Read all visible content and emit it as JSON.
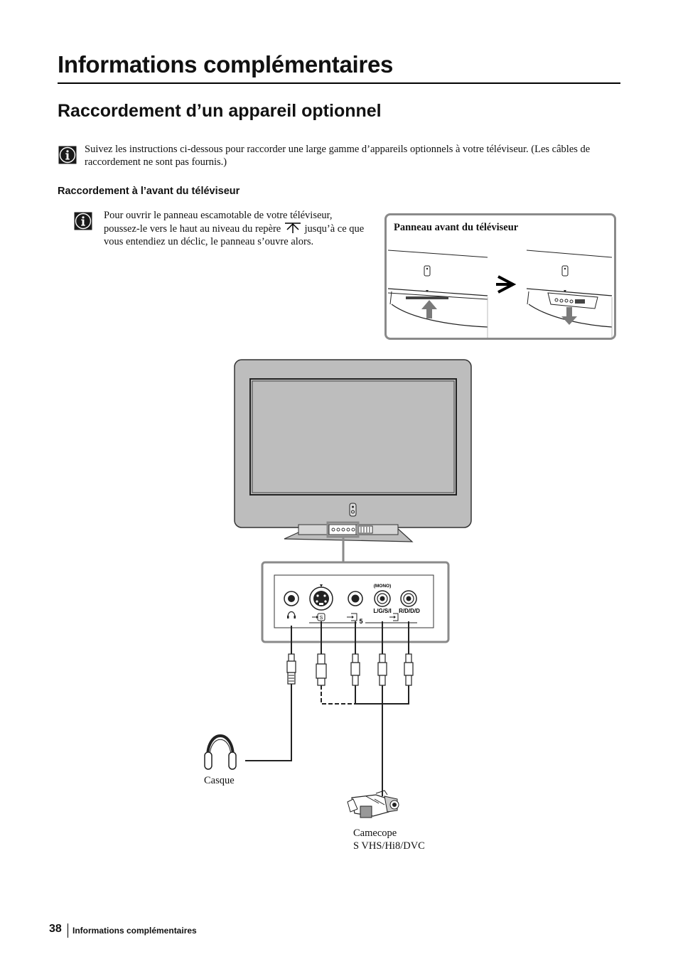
{
  "page": {
    "title": "Informations complémentaires",
    "section_title": "Raccordement d’un appareil optionnel",
    "intro": "Suivez les instructions ci-dessous pour raccorder une large gamme d’appareils optionnels à votre téléviseur. (Les câbles de raccordement ne sont pas fournis.)",
    "subsection_title": "Raccordement à l’avant du téléviseur",
    "panel_instruction_part1": "Pour ouvrir le panneau escamotable de votre téléviseur, poussez-le vers le haut au niveau du repère",
    "panel_instruction_part2": "jusqu’à ce que vous entendiez un déclic, le panneau s’ouvre alors.",
    "panel_box_title": "Panneau avant du téléviseur"
  },
  "diagram": {
    "jack_label_mono": "(MONO)",
    "jack_label_left": "L/G/S/I",
    "jack_label_right": "R/D/D/D",
    "input_number": "5",
    "svideo_marker": "S",
    "headphones_caption": "Casque",
    "camcorder_caption_line1": "Camecope",
    "camcorder_caption_line2": "S VHS/Hi8/DVC"
  },
  "footer": {
    "page_number": "38",
    "section_name": "Informations complémentaires"
  },
  "icons": [
    "info-icon",
    "arrow-up-mark-icon",
    "right-arrow-icon",
    "headphone-jack-icon",
    "input-icon"
  ],
  "colors": {
    "panel_border": "#8a8a8a",
    "tv_body": "#bdbdbd",
    "text": "#111111"
  }
}
